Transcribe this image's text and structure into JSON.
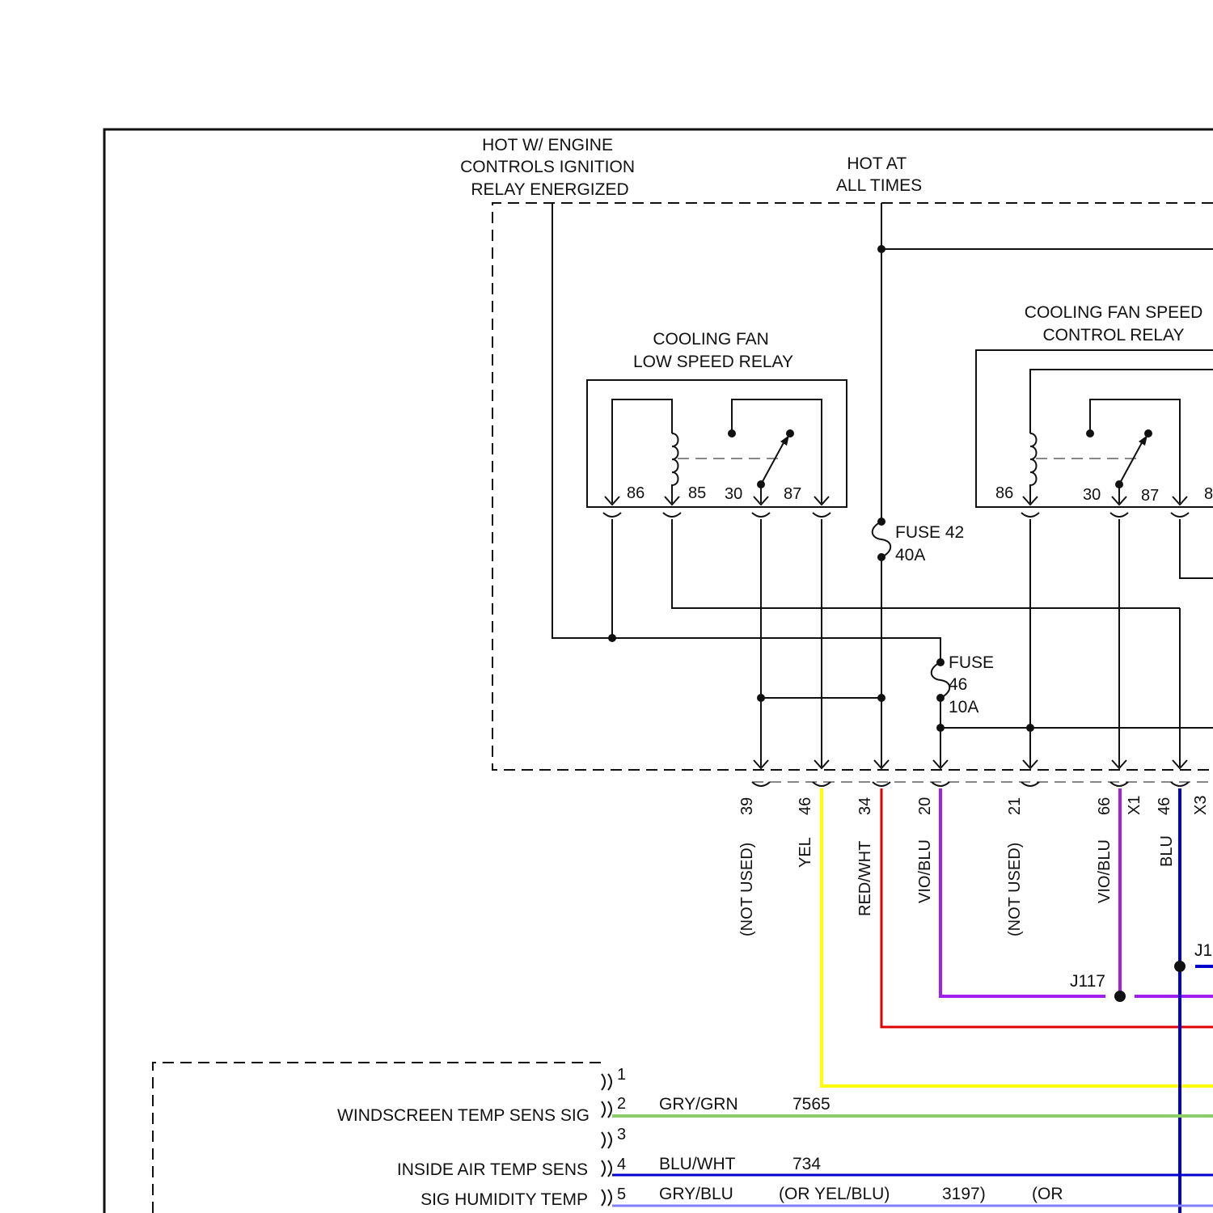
{
  "labels": {
    "hot_engine": [
      "HOT W/ ENGINE",
      "CONTROLS IGNITION",
      "RELAY ENERGIZED"
    ],
    "hot_all_times": [
      "HOT AT",
      "ALL TIMES"
    ],
    "low_speed_relay": [
      "COOLING FAN",
      "LOW SPEED RELAY"
    ],
    "speed_control_relay": [
      "COOLING FAN SPEED",
      "CONTROL RELAY"
    ],
    "fuse42": [
      "FUSE 42",
      "40A"
    ],
    "fuse46": [
      "FUSE",
      "46",
      "10A"
    ]
  },
  "low_relay_pins": [
    "86",
    "85",
    "30",
    "87"
  ],
  "speed_relay_pins": [
    "86",
    "30",
    "87",
    "8"
  ],
  "connector_pins": [
    "39",
    "46",
    "34",
    "20",
    "21",
    "66",
    "X1",
    "46",
    "X3"
  ],
  "wire_colors": [
    "(NOT USED)",
    "YEL",
    "RED/WHT",
    "VIO/BLU",
    "(NOT USED)",
    "VIO/BLU",
    "BLU"
  ],
  "splices": [
    "J117",
    "J1"
  ],
  "module_pins": [
    {
      "pin": "1",
      "signal": "",
      "color": "",
      "circuit": "",
      "alt": "",
      "alt_circuit": "",
      "alt2": ""
    },
    {
      "pin": "2",
      "signal": "WINDSCREEN TEMP SENS SIG",
      "color": "GRY/GRN",
      "circuit": "7565",
      "alt": "",
      "alt_circuit": "",
      "alt2": ""
    },
    {
      "pin": "3",
      "signal": "",
      "color": "",
      "circuit": "",
      "alt": "",
      "alt_circuit": "",
      "alt2": ""
    },
    {
      "pin": "4",
      "signal": "INSIDE AIR TEMP SENS",
      "color": "BLU/WHT",
      "circuit": "734",
      "alt": "",
      "alt_circuit": "",
      "alt2": ""
    },
    {
      "pin": "5",
      "signal": "SIG HUMIDITY TEMP",
      "color": "GRY/BLU",
      "circuit": "",
      "alt": "(OR YEL/BLU)",
      "alt_circuit": "3197)",
      "alt2": "(OR"
    }
  ],
  "colors": {
    "yellow": "#ffff00",
    "red": "#e00000",
    "violet": "#a020f0",
    "blue": "#0000cc",
    "green": "#8ccf6a",
    "light_blue": "#8080ff"
  }
}
